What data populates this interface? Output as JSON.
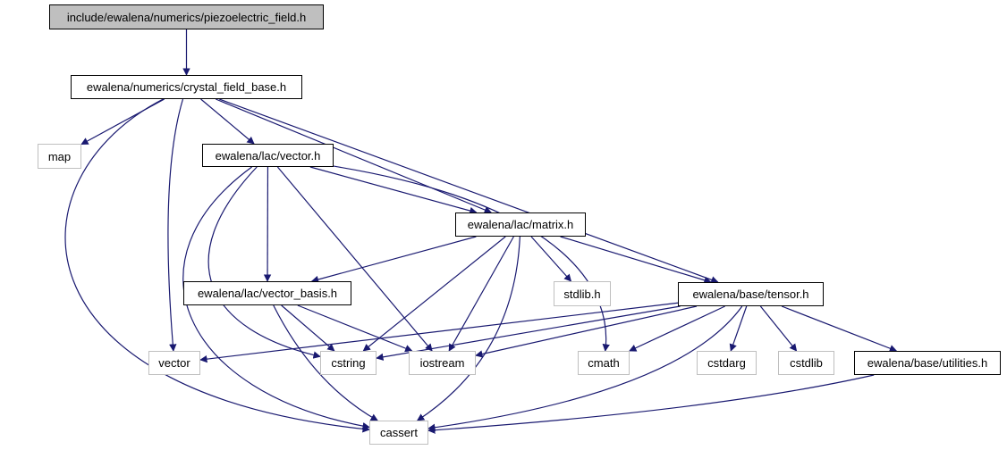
{
  "nodes": {
    "root": "include/ewalena/numerics/piezoelectric_field.h",
    "crystal": "ewalena/numerics/crystal_field_base.h",
    "map": "map",
    "vector_h": "ewalena/lac/vector.h",
    "matrix": "ewalena/lac/matrix.h",
    "vector_basis": "ewalena/lac/vector_basis.h",
    "stdlib": "stdlib.h",
    "tensor": "ewalena/base/tensor.h",
    "vector": "vector",
    "cstring": "cstring",
    "iostream": "iostream",
    "cmath": "cmath",
    "cstdarg": "cstdarg",
    "cstdlib": "cstdlib",
    "utilities": "ewalena/base/utilities.h",
    "cassert": "cassert"
  },
  "edges": [
    [
      "root",
      "crystal"
    ],
    [
      "crystal",
      "map"
    ],
    [
      "crystal",
      "vector_h"
    ],
    [
      "crystal",
      "matrix"
    ],
    [
      "crystal",
      "tensor"
    ],
    [
      "crystal",
      "vector"
    ],
    [
      "crystal",
      "cassert"
    ],
    [
      "vector_h",
      "matrix"
    ],
    [
      "vector_h",
      "vector_basis"
    ],
    [
      "vector_h",
      "cstring"
    ],
    [
      "vector_h",
      "iostream"
    ],
    [
      "vector_h",
      "cmath"
    ],
    [
      "vector_h",
      "cassert"
    ],
    [
      "matrix",
      "vector_basis"
    ],
    [
      "matrix",
      "stdlib"
    ],
    [
      "matrix",
      "tensor"
    ],
    [
      "matrix",
      "cstring"
    ],
    [
      "matrix",
      "iostream"
    ],
    [
      "matrix",
      "cassert"
    ],
    [
      "vector_basis",
      "cstring"
    ],
    [
      "vector_basis",
      "iostream"
    ],
    [
      "vector_basis",
      "cassert"
    ],
    [
      "tensor",
      "vector"
    ],
    [
      "tensor",
      "cstring"
    ],
    [
      "tensor",
      "iostream"
    ],
    [
      "tensor",
      "cmath"
    ],
    [
      "tensor",
      "cstdarg"
    ],
    [
      "tensor",
      "cstdlib"
    ],
    [
      "tensor",
      "utilities"
    ],
    [
      "tensor",
      "cassert"
    ],
    [
      "utilities",
      "cassert"
    ]
  ],
  "colors": {
    "edge": "#191970",
    "root_fill": "#bfbfbf",
    "external_border": "#bfbfbf"
  }
}
